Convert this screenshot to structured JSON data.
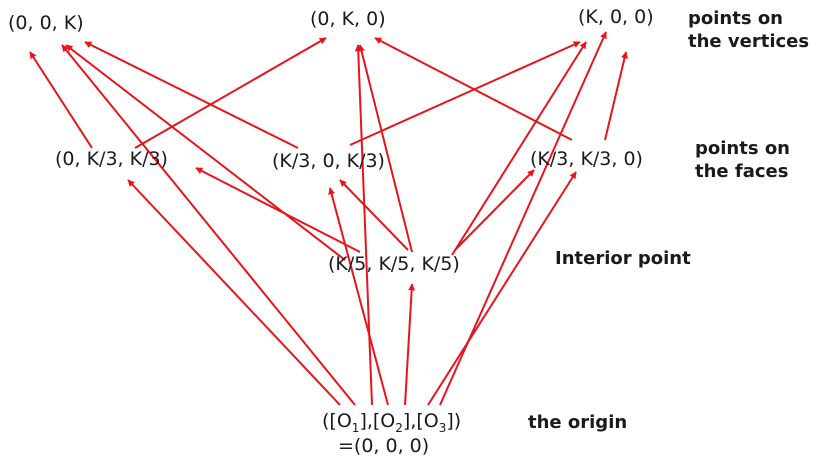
{
  "nodes": {
    "v1": "(0, 0, K)",
    "v2": "(0, K, 0)",
    "v3": "(K, 0, 0)",
    "f1": "(0, K/3, K/3)",
    "f2": "(K/3, 0, K/3)",
    "f3": "(K/3, K/3, 0)",
    "interior": "(K/5, K/5, K/5)",
    "origin_second_line": "=(0, 0, 0)"
  },
  "origin_terms": {
    "open": "(",
    "o1_letter": "[O",
    "o1_sub": "1",
    "o2_letter": "],[O",
    "o2_sub": "2",
    "o3_letter": "],[O",
    "o3_sub": "3",
    "close": "])"
  },
  "labels": {
    "vertices_line1": "points on",
    "vertices_line2": "the vertices",
    "faces_line1": "points on",
    "faces_line2": "the faces",
    "interior": "Interior point",
    "origin": "the origin"
  },
  "colors": {
    "arrow": "#e8141c",
    "text": "#1a1a1a"
  }
}
